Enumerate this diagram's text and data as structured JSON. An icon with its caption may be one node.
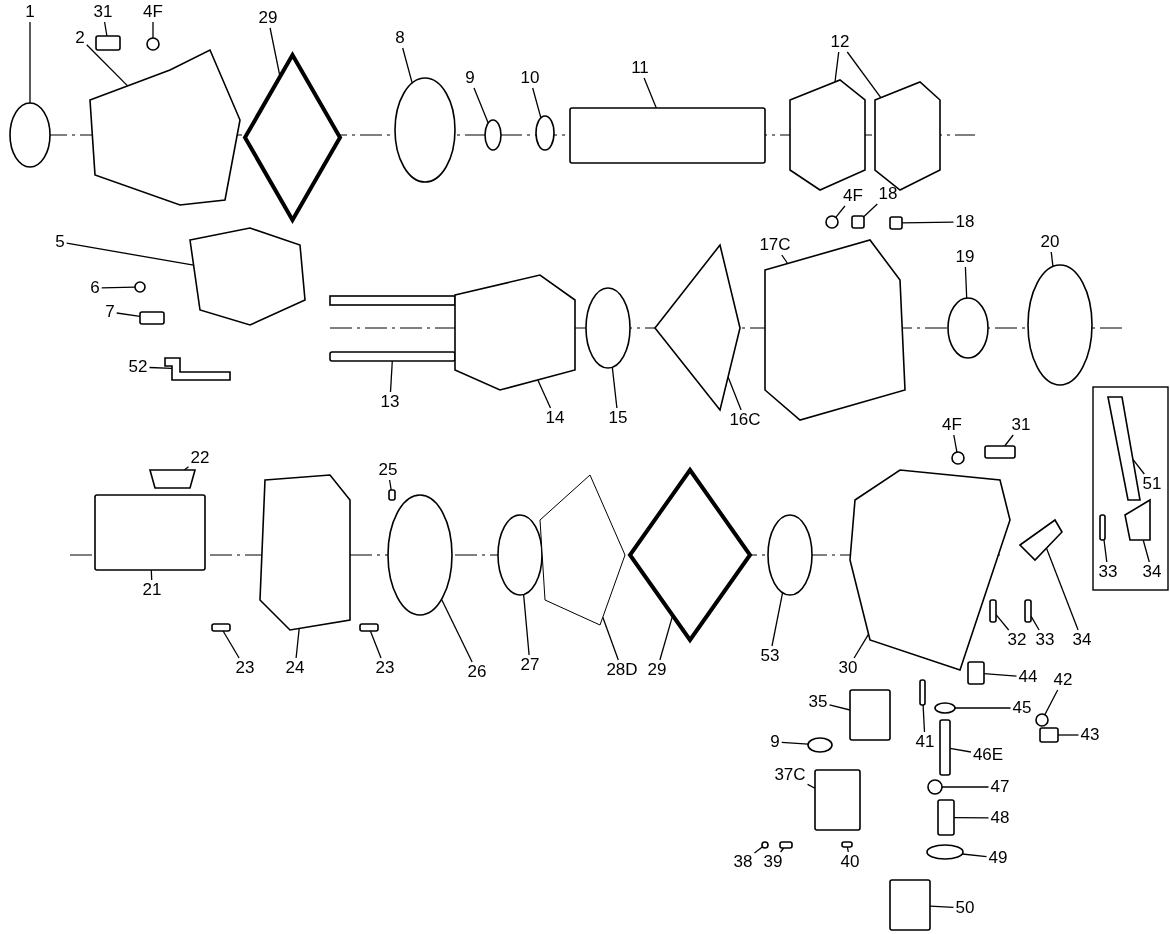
{
  "diagram": {
    "nodes": [
      {
        "text": [
          "1"
        ]
      },
      {
        "text": [
          "2"
        ]
      },
      {
        "text": [
          "31"
        ]
      },
      {
        "text": [
          "4F"
        ]
      },
      {
        "text": [
          "29"
        ]
      },
      {
        "text": [
          "8"
        ]
      },
      {
        "text": [
          "9"
        ]
      },
      {
        "text": [
          "10"
        ]
      },
      {
        "text": [
          "11"
        ]
      },
      {
        "text": [
          "12"
        ]
      },
      {
        "text": [
          "5"
        ]
      },
      {
        "text": [
          "6"
        ]
      },
      {
        "text": [
          "7"
        ]
      },
      {
        "text": [
          "52"
        ]
      },
      {
        "text": [
          "13"
        ]
      },
      {
        "text": [
          "14"
        ]
      },
      {
        "text": [
          "15"
        ]
      },
      {
        "text": [
          "16C"
        ]
      },
      {
        "text": [
          "17C"
        ]
      },
      {
        "text": [
          "4F"
        ]
      },
      {
        "text": [
          "18"
        ]
      },
      {
        "text": [
          "18"
        ]
      },
      {
        "text": [
          "19"
        ]
      },
      {
        "text": [
          "20"
        ]
      },
      {
        "text": [
          "22"
        ]
      },
      {
        "text": [
          "25"
        ]
      },
      {
        "text": [
          "4F"
        ]
      },
      {
        "text": [
          "31"
        ]
      },
      {
        "text": [
          "51"
        ]
      },
      {
        "text": [
          "21"
        ]
      },
      {
        "text": [
          "23"
        ]
      },
      {
        "text": [
          "24"
        ]
      },
      {
        "text": [
          "23"
        ]
      },
      {
        "text": [
          "26"
        ]
      },
      {
        "text": [
          "27"
        ]
      },
      {
        "text": [
          "28D"
        ]
      },
      {
        "text": [
          "29"
        ]
      },
      {
        "text": [
          "53"
        ]
      },
      {
        "text": [
          "30"
        ]
      },
      {
        "text": [
          "32"
        ]
      },
      {
        "text": [
          "33"
        ]
      },
      {
        "text": [
          "34"
        ]
      },
      {
        "text": [
          "33"
        ]
      },
      {
        "text": [
          "34"
        ]
      },
      {
        "text": [
          "44"
        ]
      },
      {
        "text": [
          "42"
        ]
      },
      {
        "text": [
          "35"
        ]
      },
      {
        "text": [
          "45"
        ]
      },
      {
        "text": [
          "41"
        ]
      },
      {
        "text": [
          "43"
        ]
      },
      {
        "text": [
          "9"
        ]
      },
      {
        "text": [
          "46E"
        ]
      },
      {
        "text": [
          "37C"
        ]
      },
      {
        "text": [
          "47"
        ]
      },
      {
        "text": [
          "48"
        ]
      },
      {
        "text": [
          "38"
        ]
      },
      {
        "text": [
          "39"
        ]
      },
      {
        "text": [
          "40"
        ]
      },
      {
        "text": [
          "49"
        ]
      },
      {
        "text": [
          "50"
        ]
      },
      {
        "text": [],
        "shape": "circle"
      },
      {
        "text": [],
        "shape": "polygon"
      },
      {
        "text": [],
        "shape": "box"
      },
      {
        "text": [],
        "shape": "circle"
      },
      {
        "text": [],
        "shape": "diamond"
      },
      {
        "text": [],
        "shape": "circle"
      },
      {
        "text": [],
        "shape": "circle"
      },
      {
        "text": [],
        "shape": "circle"
      },
      {
        "text": [],
        "shape": "box"
      },
      {
        "text": [],
        "shape": "polygon"
      },
      {
        "text": [],
        "shape": "polygon"
      },
      {
        "text": [],
        "shape": "polygon"
      },
      {
        "text": [],
        "shape": "circle"
      },
      {
        "text": [],
        "shape": "box"
      },
      {
        "text": [],
        "shape": "polygon"
      },
      {
        "text": [],
        "shape": "box"
      },
      {
        "text": [],
        "shape": "polygon"
      },
      {
        "text": [],
        "shape": "circle"
      },
      {
        "text": [],
        "shape": "polygon"
      },
      {
        "text": [],
        "shape": "polygon"
      },
      {
        "text": [],
        "shape": "circle"
      },
      {
        "text": [],
        "shape": "box"
      },
      {
        "text": [],
        "shape": "box"
      },
      {
        "text": [],
        "shape": "circle"
      },
      {
        "text": [],
        "shape": "circle"
      },
      {
        "text": [],
        "shape": "polygon"
      },
      {
        "text": [],
        "shape": "box"
      },
      {
        "text": [],
        "shape": "circle"
      },
      {
        "text": [],
        "shape": "box"
      },
      {
        "text": [],
        "shape": "polygon"
      },
      {
        "text": [],
        "shape": "box"
      },
      {
        "text": [],
        "shape": "box"
      },
      {
        "text": [],
        "shape": "polygon"
      },
      {
        "text": [],
        "shape": "box"
      },
      {
        "text": [],
        "shape": "circle"
      },
      {
        "text": [],
        "shape": "circle"
      },
      {
        "text": [],
        "shape": "polygon"
      },
      {
        "text": [],
        "shape": "diamond"
      },
      {
        "text": [],
        "shape": "circle"
      },
      {
        "text": [],
        "shape": "polygon"
      },
      {
        "text": [],
        "shape": "box"
      },
      {
        "text": [],
        "shape": "box"
      },
      {
        "text": [],
        "shape": "polygon"
      },
      {
        "text": [],
        "shape": "box"
      },
      {
        "text": [],
        "shape": "polygon"
      },
      {
        "text": [],
        "shape": "box"
      },
      {
        "text": [],
        "shape": "circle"
      },
      {
        "text": [],
        "shape": "box"
      },
      {
        "text": [],
        "shape": "circle"
      },
      {
        "text": [],
        "shape": "box"
      },
      {
        "text": [],
        "shape": "box"
      },
      {
        "text": [],
        "shape": "circle"
      },
      {
        "text": [],
        "shape": "box"
      },
      {
        "text": [],
        "shape": "box"
      },
      {
        "text": [],
        "shape": "circle"
      },
      {
        "text": [],
        "shape": "box"
      },
      {
        "text": [],
        "shape": "circle"
      },
      {
        "text": [],
        "shape": "box"
      },
      {
        "text": [],
        "shape": "box"
      },
      {
        "text": [],
        "shape": "circle"
      },
      {
        "text": [],
        "shape": "box"
      }
    ],
    "edges": [
      {
        "from": 0,
        "to": 60,
        "arrow": "none"
      },
      {
        "from": 1,
        "to": 61,
        "arrow": "none"
      },
      {
        "from": 2,
        "to": 62,
        "arrow": "none"
      },
      {
        "from": 3,
        "to": 63,
        "arrow": "none"
      },
      {
        "from": 4,
        "to": 64,
        "arrow": "none"
      },
      {
        "from": 5,
        "to": 65,
        "arrow": "none"
      },
      {
        "from": 6,
        "to": 66,
        "arrow": "none"
      },
      {
        "from": 7,
        "to": 67,
        "arrow": "none"
      },
      {
        "from": 8,
        "to": 68,
        "arrow": "none"
      },
      {
        "from": 9,
        "to": 69,
        "arrow": "none"
      },
      {
        "from": 9,
        "to": 70,
        "arrow": "none"
      },
      {
        "from": 10,
        "to": 71,
        "arrow": "none"
      },
      {
        "from": 11,
        "to": 72,
        "arrow": "none"
      },
      {
        "from": 12,
        "to": 73,
        "arrow": "none"
      },
      {
        "from": 13,
        "to": 74,
        "arrow": "none"
      },
      {
        "from": 14,
        "to": 75,
        "arrow": "none"
      },
      {
        "from": 15,
        "to": 76,
        "arrow": "none"
      },
      {
        "from": 16,
        "to": 77,
        "arrow": "none"
      },
      {
        "from": 17,
        "to": 78,
        "arrow": "none"
      },
      {
        "from": 18,
        "to": 79,
        "arrow": "none"
      },
      {
        "from": 19,
        "to": 80,
        "arrow": "none"
      },
      {
        "from": 20,
        "to": 81,
        "arrow": "none"
      },
      {
        "from": 21,
        "to": 82,
        "arrow": "none"
      },
      {
        "from": 22,
        "to": 83,
        "arrow": "none"
      },
      {
        "from": 23,
        "to": 84,
        "arrow": "none"
      },
      {
        "from": 24,
        "to": 85,
        "arrow": "none"
      },
      {
        "from": 25,
        "to": 86,
        "arrow": "none"
      },
      {
        "from": 26,
        "to": 87,
        "arrow": "none"
      },
      {
        "from": 27,
        "to": 88,
        "arrow": "none"
      },
      {
        "from": 28,
        "to": 89,
        "arrow": "none"
      },
      {
        "from": 29,
        "to": 90,
        "arrow": "none"
      },
      {
        "from": 30,
        "to": 91,
        "arrow": "none"
      },
      {
        "from": 31,
        "to": 92,
        "arrow": "none"
      },
      {
        "from": 32,
        "to": 93,
        "arrow": "none"
      },
      {
        "from": 33,
        "to": 94,
        "arrow": "none"
      },
      {
        "from": 34,
        "to": 95,
        "arrow": "none"
      },
      {
        "from": 35,
        "to": 96,
        "arrow": "none"
      },
      {
        "from": 36,
        "to": 97,
        "arrow": "none"
      },
      {
        "from": 37,
        "to": 98,
        "arrow": "none"
      },
      {
        "from": 38,
        "to": 99,
        "arrow": "none"
      },
      {
        "from": 39,
        "to": 100,
        "arrow": "none"
      },
      {
        "from": 40,
        "to": 101,
        "arrow": "none"
      },
      {
        "from": 41,
        "to": 102,
        "arrow": "none"
      },
      {
        "from": 42,
        "to": 103,
        "arrow": "none"
      },
      {
        "from": 43,
        "to": 104,
        "arrow": "none"
      },
      {
        "from": 44,
        "to": 105,
        "arrow": "none"
      },
      {
        "from": 45,
        "to": 106,
        "arrow": "none"
      },
      {
        "from": 46,
        "to": 107,
        "arrow": "none"
      },
      {
        "from": 47,
        "to": 108,
        "arrow": "none"
      },
      {
        "from": 48,
        "to": 109,
        "arrow": "none"
      },
      {
        "from": 49,
        "to": 110,
        "arrow": "none"
      },
      {
        "from": 50,
        "to": 111,
        "arrow": "none"
      },
      {
        "from": 51,
        "to": 112,
        "arrow": "none"
      },
      {
        "from": 52,
        "to": 113,
        "arrow": "none"
      },
      {
        "from": 53,
        "to": 114,
        "arrow": "none"
      },
      {
        "from": 54,
        "to": 115,
        "arrow": "none"
      },
      {
        "from": 55,
        "to": 116,
        "arrow": "none"
      },
      {
        "from": 56,
        "to": 117,
        "arrow": "none"
      },
      {
        "from": 57,
        "to": 118,
        "arrow": "none"
      },
      {
        "from": 58,
        "to": 119,
        "arrow": "none"
      },
      {
        "from": 59,
        "to": 120,
        "arrow": "none"
      }
    ]
  }
}
